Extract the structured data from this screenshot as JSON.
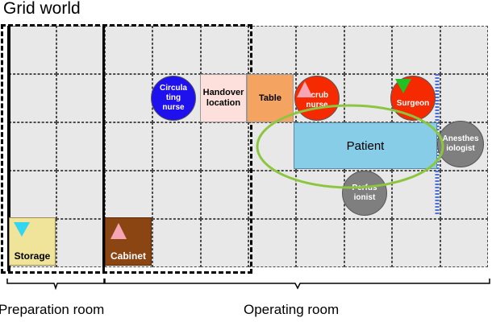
{
  "title": "Grid world",
  "fixtures": {
    "circulating_nurse": "Circula\nting\nnurse",
    "handover_location": "Handover\nlocation",
    "table": "Table",
    "scrub_nurse": "Scrub\nnurse",
    "surgeon": "Surgeon",
    "patient": "Patient",
    "anesthesiologist": "Anesthes\niologist",
    "perfusionist": "Perfus\nionist",
    "storage": "Storage",
    "cabinet": "Cabinet"
  },
  "rooms": {
    "preparation": "Preparation room",
    "operating": "Operating room"
  },
  "colors": {
    "grid_cell": "#e8e8e8",
    "circulating_nurse": "#1f10ee",
    "handover_location": "#fde0dc",
    "table": "#f4a460",
    "scrub_nurse": "#f62a00",
    "surgeon": "#f62a00",
    "patient": "#87cde8",
    "anesthesiologist": "#7f7f7f",
    "perfusionist": "#7f7f7f",
    "storage": "#f0e39a",
    "cabinet": "#8b4513",
    "sterile_field": "#8cc63f",
    "drape": "#4a6fd8",
    "triangle_cyan": "#33d6f0",
    "triangle_pink": "#f6a5b5",
    "triangle_green": "#22c022"
  }
}
